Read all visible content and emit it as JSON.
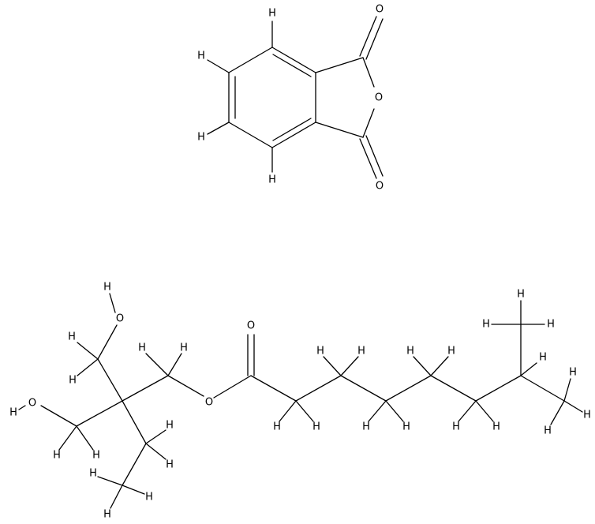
{
  "molecules": [
    {
      "id": "phthalic-anhydride",
      "atom_labels": {
        "h_top": "H",
        "h_upper_left": "H",
        "h_lower_left": "H",
        "h_bottom": "H",
        "o_carbonyl_top": "O",
        "o_ring": "O",
        "o_carbonyl_bottom": "O"
      }
    },
    {
      "id": "ester-diol",
      "atom_labels": {
        "o_hydroxyl_top": "O",
        "h_hydroxyl_top": "H",
        "o_hydroxyl_left": "O",
        "h_hydroxyl_left": "H",
        "o_ester": "O",
        "o_carbonyl": "O",
        "h": "H"
      }
    }
  ],
  "colors": {
    "bond": "#000000",
    "label": "#000000",
    "background": "#ffffff"
  }
}
